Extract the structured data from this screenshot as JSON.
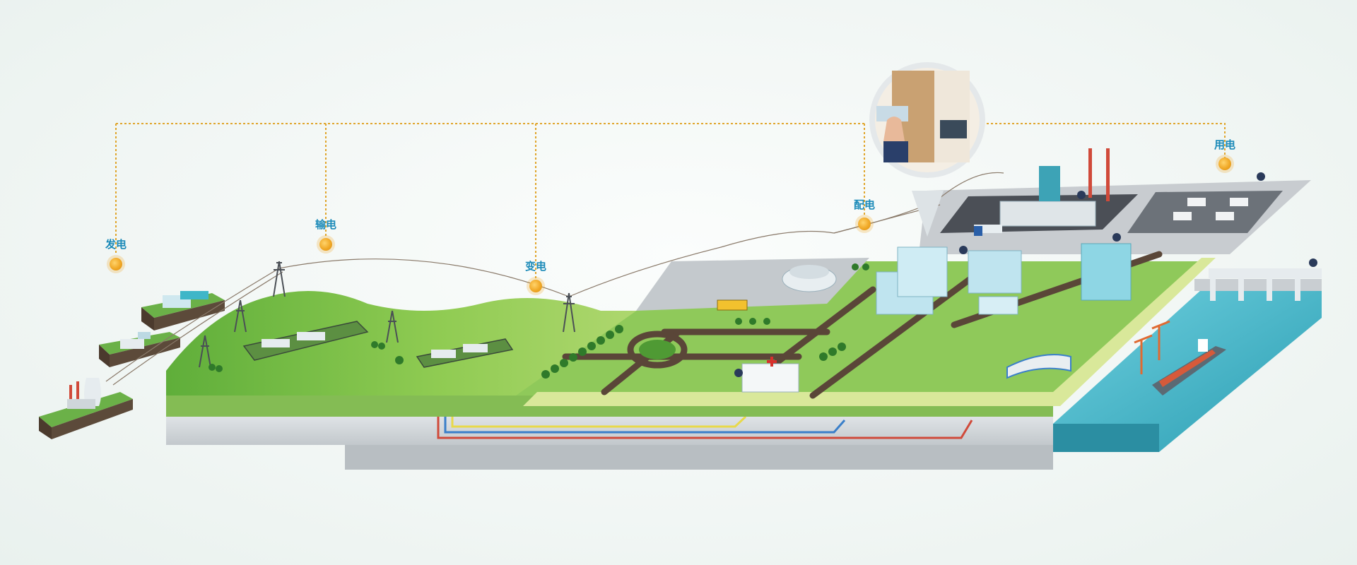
{
  "stages": [
    {
      "id": "generation",
      "label": "发电"
    },
    {
      "id": "transmission",
      "label": "输电"
    },
    {
      "id": "substation",
      "label": "变电"
    },
    {
      "id": "distribution",
      "label": "配电"
    },
    {
      "id": "consumption",
      "label": "用电"
    }
  ],
  "hospital_icon": "red-cross-icon",
  "colors": {
    "connector": "#e0a52b",
    "label": "#1b8ab8",
    "grass": "#7cbf4a",
    "grass_dark": "#4f9a34",
    "road": "#5a4638",
    "platform": "#c9ced2",
    "water": "#3fb6c8",
    "building": "#bfe4ef"
  }
}
